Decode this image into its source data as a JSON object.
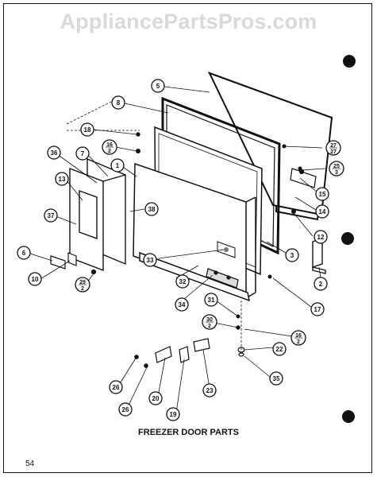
{
  "watermark": "AppliancePartsPros.com",
  "caption": "FREEZER DOOR PARTS",
  "page_number": "54",
  "callouts": [
    {
      "id": "5",
      "label": "5"
    },
    {
      "id": "8",
      "label": "8"
    },
    {
      "id": "18",
      "label": "18"
    },
    {
      "id": "16-2-top",
      "num": "16",
      "den": "2"
    },
    {
      "id": "1",
      "label": "1"
    },
    {
      "id": "7",
      "label": "7"
    },
    {
      "id": "36",
      "label": "36"
    },
    {
      "id": "13",
      "label": "13"
    },
    {
      "id": "38",
      "label": "38"
    },
    {
      "id": "37",
      "label": "37"
    },
    {
      "id": "6",
      "label": "6"
    },
    {
      "id": "10",
      "label": "10"
    },
    {
      "id": "29-2",
      "num": "29",
      "den": "2"
    },
    {
      "id": "27-27",
      "num": "27",
      "den": "27"
    },
    {
      "id": "25-3",
      "num": "25",
      "den": "3"
    },
    {
      "id": "15",
      "label": "15"
    },
    {
      "id": "14",
      "label": "14"
    },
    {
      "id": "12",
      "label": "12"
    },
    {
      "id": "3",
      "label": "3"
    },
    {
      "id": "2",
      "label": "2"
    },
    {
      "id": "33",
      "label": "33"
    },
    {
      "id": "32",
      "label": "32"
    },
    {
      "id": "34",
      "label": "34"
    },
    {
      "id": "31",
      "label": "31"
    },
    {
      "id": "30-2",
      "num": "30",
      "den": "2"
    },
    {
      "id": "17",
      "label": "17"
    },
    {
      "id": "16-2-bottom",
      "num": "16",
      "den": "2"
    },
    {
      "id": "22",
      "label": "22"
    },
    {
      "id": "35",
      "label": "35"
    },
    {
      "id": "26-a",
      "label": "26"
    },
    {
      "id": "26-b",
      "label": "26"
    },
    {
      "id": "20",
      "label": "20"
    },
    {
      "id": "19",
      "label": "19"
    },
    {
      "id": "23",
      "label": "23"
    }
  ]
}
